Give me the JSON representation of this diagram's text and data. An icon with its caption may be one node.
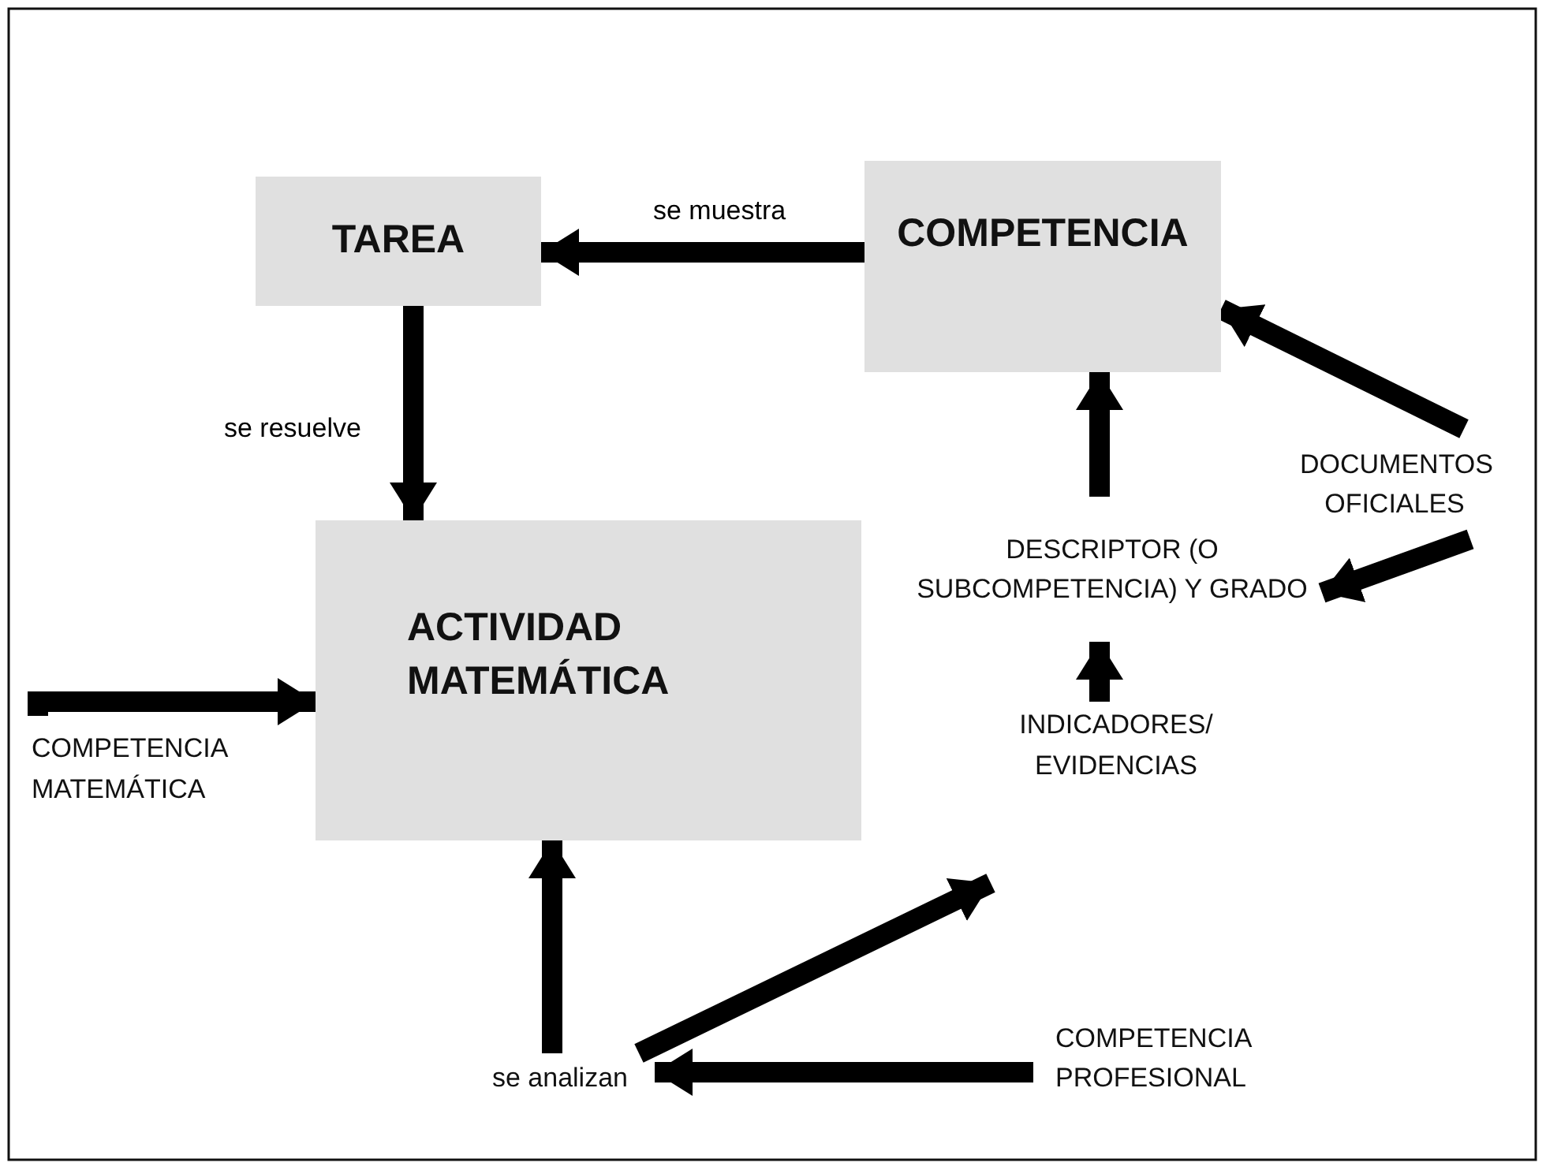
{
  "diagram": {
    "nodes": [
      {
        "text": [
          "TAREA"
        ]
      },
      {
        "text": [
          "COMPETENCIA"
        ]
      },
      {
        "text": [
          "ACTIVIDAD MATEMÁTICA"
        ]
      },
      {
        "text": [
          "DOCUMENTOS OFICIALES"
        ]
      },
      {
        "text": [
          "DESCRIPTOR (O SUBCOMPETENCIA) Y GRADO"
        ]
      },
      {
        "text": [
          "COMPETENCIA MATEMÁTICA"
        ]
      },
      {
        "text": [
          "INDICADORES/ EVIDENCIAS"
        ]
      },
      {
        "text": [
          "se analizan"
        ]
      },
      {
        "text": [
          "COMPETENCIA PROFESIONAL"
        ]
      }
    ],
    "edges": [
      {
        "from": 1,
        "to": 0,
        "arrow": "to",
        "label": "se muestra"
      },
      {
        "from": 0,
        "to": 2,
        "arrow": "to",
        "label": "se resuelve"
      },
      {
        "from": 3,
        "to": 1,
        "arrow": "to"
      },
      {
        "from": 3,
        "to": 4,
        "arrow": "to"
      },
      {
        "from": 4,
        "to": 1,
        "arrow": "to"
      },
      {
        "from": 6,
        "to": 4,
        "arrow": "to"
      },
      {
        "from": 5,
        "to": 2,
        "arrow": "to"
      },
      {
        "from": 7,
        "to": 2,
        "arrow": "to"
      },
      {
        "from": 7,
        "to": 6,
        "arrow": "to"
      },
      {
        "from": 8,
        "to": 7,
        "arrow": "to"
      }
    ]
  }
}
